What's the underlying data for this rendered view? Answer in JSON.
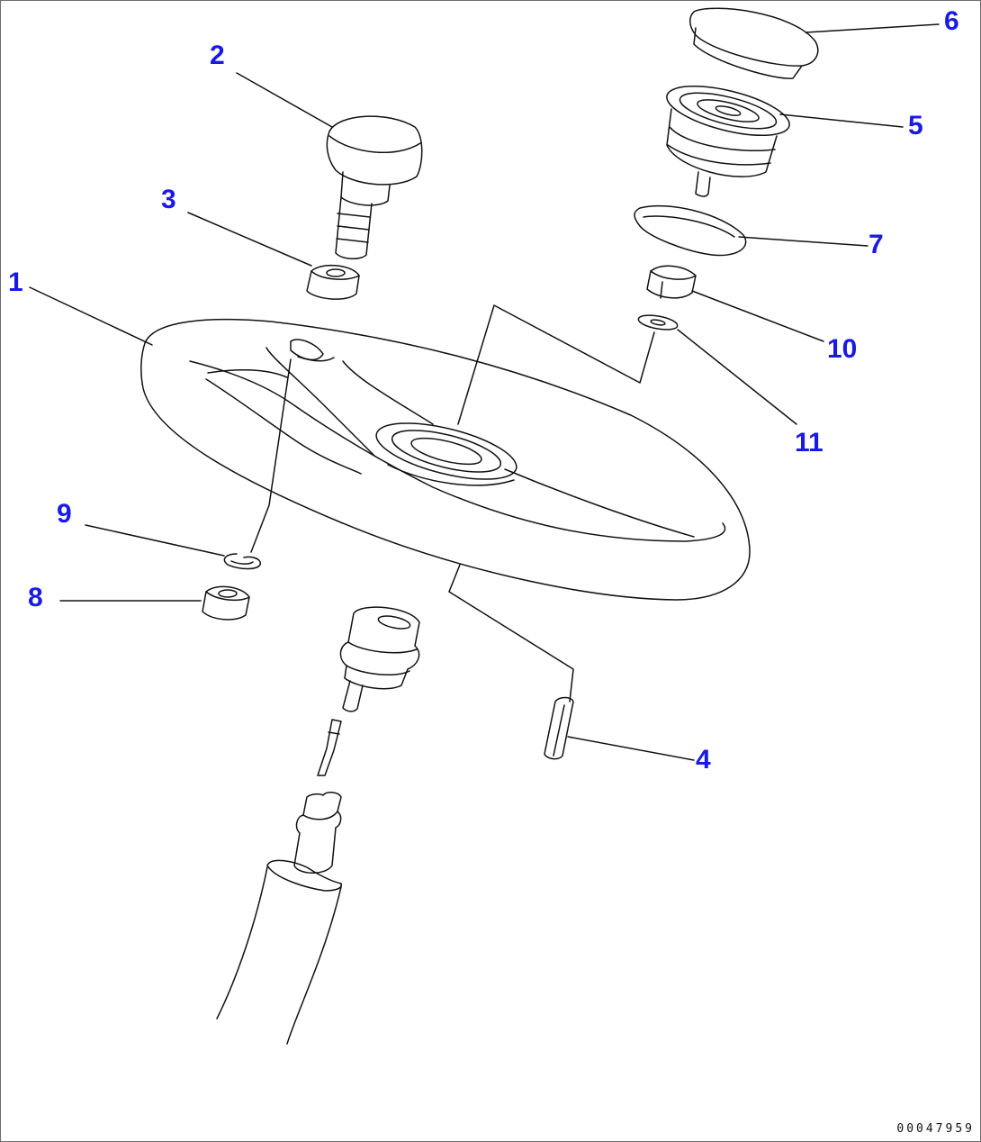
{
  "diagram": {
    "callouts": [
      {
        "id": "1",
        "label": "1"
      },
      {
        "id": "2",
        "label": "2"
      },
      {
        "id": "3",
        "label": "3"
      },
      {
        "id": "4",
        "label": "4"
      },
      {
        "id": "5",
        "label": "5"
      },
      {
        "id": "6",
        "label": "6"
      },
      {
        "id": "7",
        "label": "7"
      },
      {
        "id": "8",
        "label": "8"
      },
      {
        "id": "9",
        "label": "9"
      },
      {
        "id": "10",
        "label": "10"
      },
      {
        "id": "11",
        "label": "11"
      }
    ],
    "drawing_number": "00047959",
    "colors": {
      "callout": "#1a1ae6",
      "line": "#111111",
      "background": "#ffffff"
    }
  }
}
